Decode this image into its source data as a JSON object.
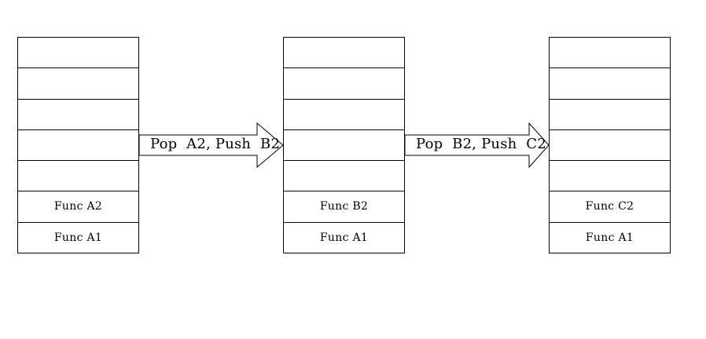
{
  "stacks": [
    {
      "cells": [
        "",
        "",
        "",
        "",
        "",
        "Func A2",
        "Func A1"
      ]
    },
    {
      "cells": [
        "",
        "",
        "",
        "",
        "",
        "Func B2",
        "Func A1"
      ]
    },
    {
      "cells": [
        "",
        "",
        "",
        "",
        "",
        "Func C2",
        "Func A1"
      ]
    }
  ],
  "arrows": [
    {
      "label": "Pop  A2, Push  B2"
    },
    {
      "label": "Pop  B2, Push  C2"
    }
  ]
}
